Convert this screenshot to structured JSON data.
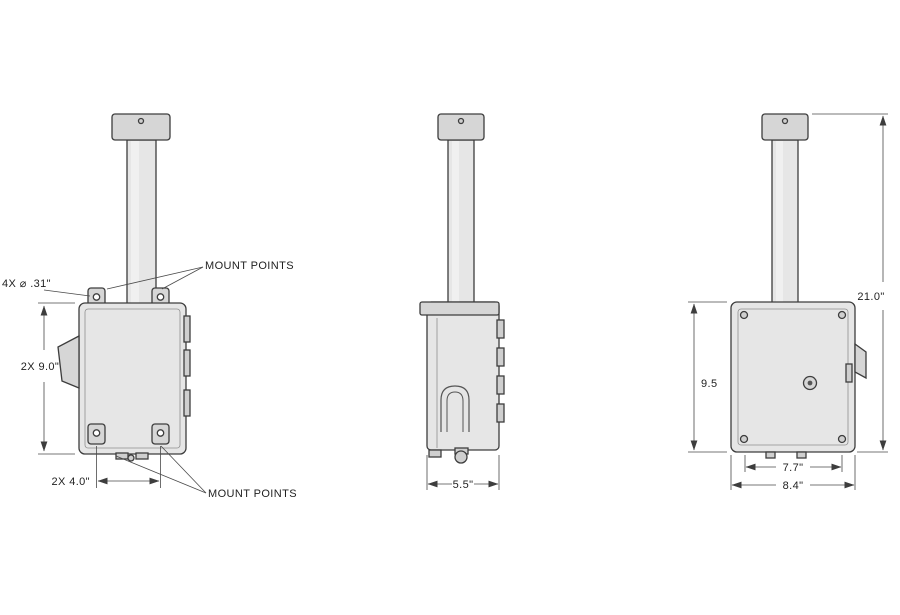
{
  "drawing": {
    "front": {
      "hole_callout": "4X ⌀ .31\"",
      "mount_points_top": "MOUNT POINTS",
      "mount_points_bottom": "MOUNT POINTS",
      "height_dim": "2X 9.0\"",
      "hole_spacing_dim": "2X 4.0\""
    },
    "side": {
      "depth_dim": "5.5\""
    },
    "back": {
      "box_height_dim": "9.5",
      "overall_height_dim": "21.0\"",
      "inner_width_dim": "7.7\"",
      "overall_width_dim": "8.4\""
    }
  },
  "colors": {
    "background": "#ffffff",
    "outline": "#3d3d3d",
    "fill_light": "#e6e6e6",
    "fill_mid": "#d6d6d6",
    "dimension": "#4a4a4a",
    "text": "#1f1f1f"
  }
}
